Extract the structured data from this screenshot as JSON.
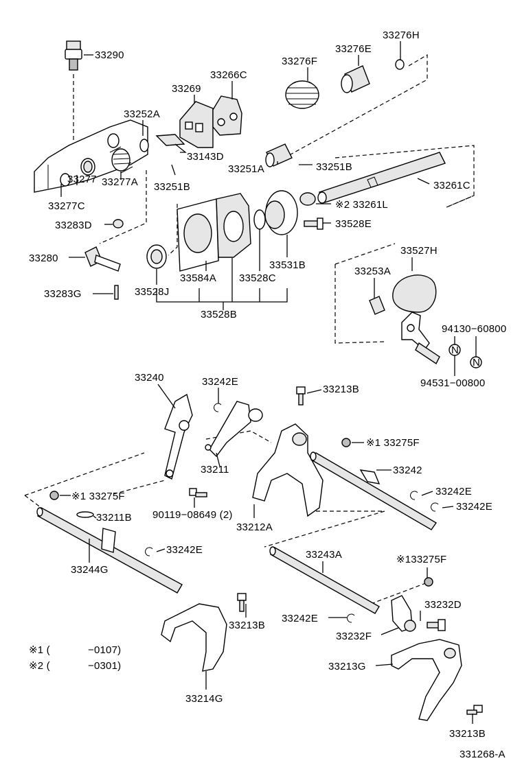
{
  "diagram_id": "331268-A",
  "labels": {
    "p33290": "33290",
    "p33276H": "33276H",
    "p33276E": "33276E",
    "p33276F": "33276F",
    "p33266C": "33266C",
    "p33269": "33269",
    "p33252A": "33252A",
    "p33143D": "33143D",
    "p33251A": "33251A",
    "p33251B_a": "33251B",
    "p33251B_b": "33251B",
    "p33277": "33277",
    "p33277A": "33277A",
    "p33277C": "33277C",
    "p33283D": "33283D",
    "p33261C": "33261C",
    "p33261L": "※2 33261L",
    "p33528E": "33528E",
    "p33280": "33280",
    "p33283G": "33283G",
    "p33528J": "33528J",
    "p33584A": "33584A",
    "p33528C": "33528C",
    "p33531B": "33531B",
    "p33528B": "33528B",
    "p33527H": "33527H",
    "p33253A": "33253A",
    "p94130": "94130−60800",
    "p94531": "94531−00800",
    "p33240": "33240",
    "p33242E_a": "33242E",
    "p33213B_a": "33213B",
    "p33211": "33211",
    "p33275F_a": "※1 33275F",
    "p33242": "33242",
    "p33242E_b": "33242E",
    "p33242E_c": "33242E",
    "p33275F_b": "※1 33275F",
    "p33211B": "33211B",
    "p90119": "90119−08649 (2)",
    "p33212A": "33212A",
    "p33242E_d": "33242E",
    "p33244G": "33244G",
    "p33243A": "33243A",
    "p33275F_c": "※133275F",
    "p33232D": "33232D",
    "p33242E_e": "33242E",
    "p33232F": "33232F",
    "p33213B_b": "33213B",
    "p33213G": "33213G",
    "p33214G": "33214G",
    "p33213B_c": "33213B"
  },
  "notes": {
    "n1_mark": "※1 (",
    "n1_range": "−0107)",
    "n2_mark": "※2 (",
    "n2_range": "−0301)"
  },
  "icons": {
    "washer_mark": "N"
  }
}
